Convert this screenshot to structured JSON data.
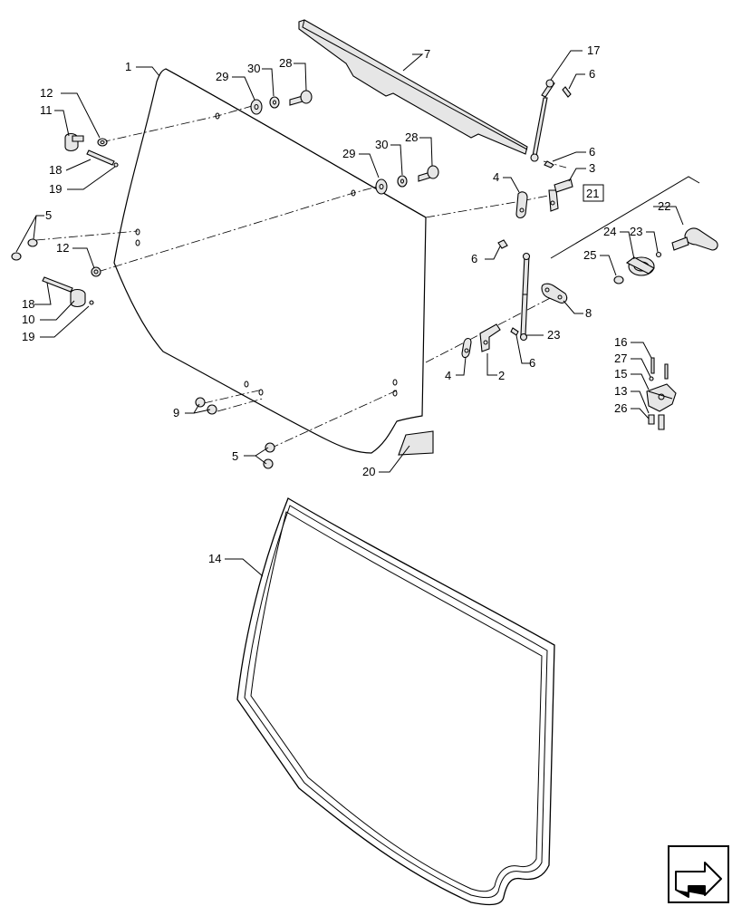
{
  "callouts": [
    {
      "key": "c1",
      "text": "1"
    },
    {
      "key": "c2",
      "text": "2"
    },
    {
      "key": "c3",
      "text": "3"
    },
    {
      "key": "c4a",
      "text": "4"
    },
    {
      "key": "c4b",
      "text": "4"
    },
    {
      "key": "c5a",
      "text": "5"
    },
    {
      "key": "c5b",
      "text": "5"
    },
    {
      "key": "c6a",
      "text": "6"
    },
    {
      "key": "c6b",
      "text": "6"
    },
    {
      "key": "c6c",
      "text": "6"
    },
    {
      "key": "c6d",
      "text": "6"
    },
    {
      "key": "c7",
      "text": "7"
    },
    {
      "key": "c8",
      "text": "8"
    },
    {
      "key": "c9",
      "text": "9"
    },
    {
      "key": "c10",
      "text": "10"
    },
    {
      "key": "c11",
      "text": "11"
    },
    {
      "key": "c12a",
      "text": "12"
    },
    {
      "key": "c12b",
      "text": "12"
    },
    {
      "key": "c13",
      "text": "13"
    },
    {
      "key": "c14",
      "text": "14"
    },
    {
      "key": "c15",
      "text": "15"
    },
    {
      "key": "c16",
      "text": "16"
    },
    {
      "key": "c17",
      "text": "17"
    },
    {
      "key": "c18a",
      "text": "18"
    },
    {
      "key": "c18b",
      "text": "18"
    },
    {
      "key": "c19a",
      "text": "19"
    },
    {
      "key": "c19b",
      "text": "19"
    },
    {
      "key": "c20",
      "text": "20"
    },
    {
      "key": "c21",
      "text": "21"
    },
    {
      "key": "c22",
      "text": "22"
    },
    {
      "key": "c23a",
      "text": "23"
    },
    {
      "key": "c23b",
      "text": "23"
    },
    {
      "key": "c24",
      "text": "24"
    },
    {
      "key": "c25",
      "text": "25"
    },
    {
      "key": "c26",
      "text": "26"
    },
    {
      "key": "c27",
      "text": "27"
    },
    {
      "key": "c28a",
      "text": "28"
    },
    {
      "key": "c28b",
      "text": "28"
    },
    {
      "key": "c29a",
      "text": "29"
    },
    {
      "key": "c29b",
      "text": "29"
    },
    {
      "key": "c30a",
      "text": "30"
    },
    {
      "key": "c30b",
      "text": "30"
    }
  ],
  "icons": {
    "navigation": "next-page-arrow-icon"
  },
  "colors": {
    "line": "#000000",
    "part_fill": "#e6e6e6",
    "background": "#ffffff"
  }
}
